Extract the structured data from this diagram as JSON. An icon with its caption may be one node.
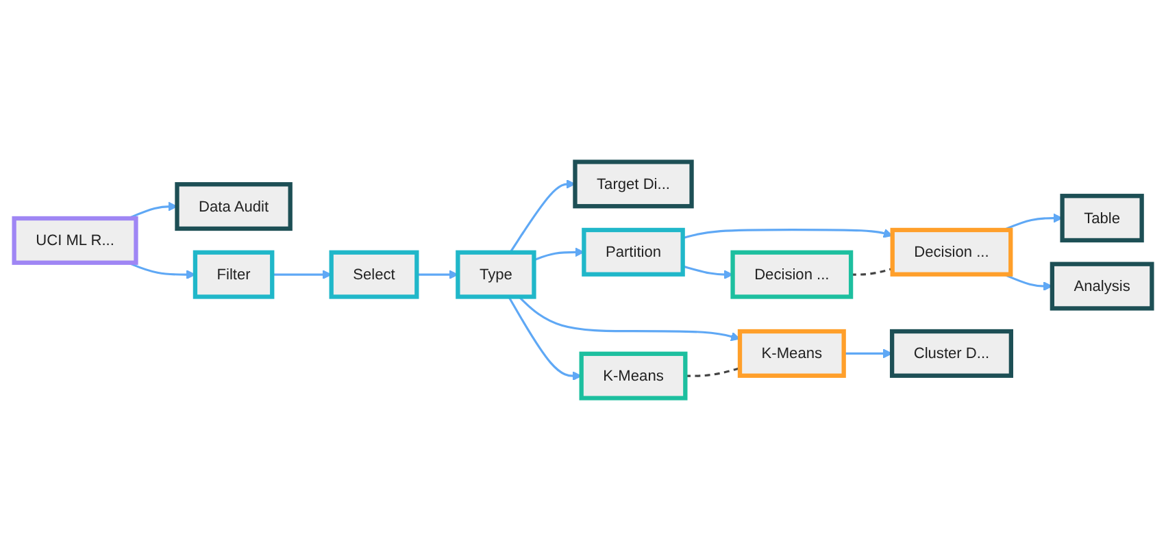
{
  "diagram": {
    "nodes": [
      {
        "text": [
          "UCI ML R..."
        ]
      },
      {
        "text": [
          "Data Audit"
        ]
      },
      {
        "text": [
          "Filter"
        ]
      },
      {
        "text": [
          "Select"
        ]
      },
      {
        "text": [
          "Type"
        ]
      },
      {
        "text": [
          "Target Di..."
        ]
      },
      {
        "text": [
          "Partition"
        ]
      },
      {
        "text": [
          "Decision ..."
        ]
      },
      {
        "text": [
          "Decision ..."
        ]
      },
      {
        "text": [
          "Table"
        ]
      },
      {
        "text": [
          "Analysis"
        ]
      },
      {
        "text": [
          "K-Means"
        ]
      },
      {
        "text": [
          "K-Means"
        ]
      },
      {
        "text": [
          "Cluster D..."
        ]
      }
    ],
    "edges": [
      {
        "from": 0,
        "to": 1,
        "arrow": "to"
      },
      {
        "from": 0,
        "to": 2,
        "arrow": "to"
      },
      {
        "from": 2,
        "to": 3,
        "arrow": "to"
      },
      {
        "from": 3,
        "to": 4,
        "arrow": "to"
      },
      {
        "from": 4,
        "to": 5,
        "arrow": "to"
      },
      {
        "from": 4,
        "to": 6,
        "arrow": "to"
      },
      {
        "from": 4,
        "to": 11,
        "arrow": "to"
      },
      {
        "from": 4,
        "to": 12,
        "arrow": "to"
      },
      {
        "from": 6,
        "to": 7,
        "arrow": "to"
      },
      {
        "from": 6,
        "to": 8,
        "arrow": "to"
      },
      {
        "from": 7,
        "to": 8,
        "arrow": "none",
        "style": "dashed",
        "color": "#444444"
      },
      {
        "from": 8,
        "to": 9,
        "arrow": "to"
      },
      {
        "from": 8,
        "to": 10,
        "arrow": "to"
      },
      {
        "from": 11,
        "to": 12,
        "arrow": "none",
        "style": "dashed",
        "color": "#444444"
      },
      {
        "from": 12,
        "to": 13,
        "arrow": "to"
      }
    ]
  }
}
